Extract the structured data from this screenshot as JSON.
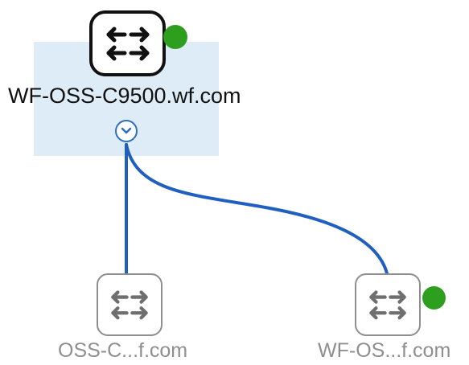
{
  "topology": {
    "main_device": {
      "label": "WF-OSS-C9500.wf.com",
      "icon": "switch-icon",
      "status": "online",
      "selected": true
    },
    "children": [
      {
        "label": "OSS-C...f.com",
        "icon": "switch-icon",
        "status": null
      },
      {
        "label": "WF-OS...f.com",
        "icon": "switch-icon",
        "status": "online"
      }
    ],
    "expand_toggle_icon": "chevron-down-icon"
  },
  "colors": {
    "status_online": "#2e9e1f",
    "link": "#1f5fc0",
    "selection": "#deecf7",
    "main_border": "#111111",
    "child_border": "#8e8e8e"
  }
}
